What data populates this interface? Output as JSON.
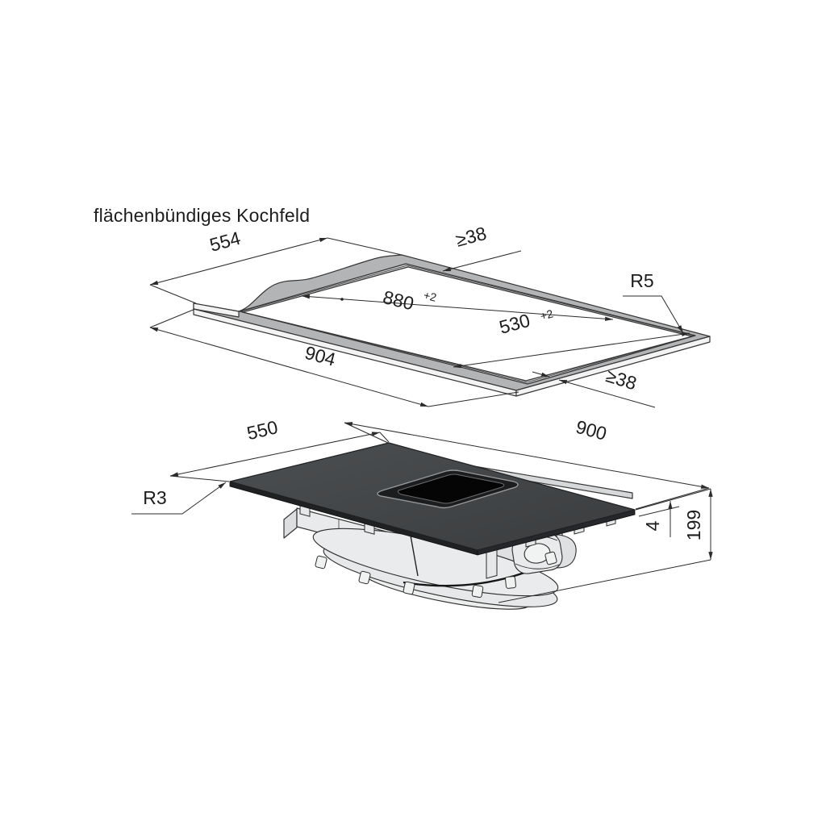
{
  "title": "flächenbündiges Kochfeld",
  "colors": {
    "line": "#2b2b2b",
    "countertop_gray": "#b2b4b6",
    "ledge_gray": "#cccdcf",
    "side_face": "#f3f3f3",
    "glass_dark": "#45484a",
    "intake_black": "#1c1d1e",
    "housing_gray": "#e9eaeb",
    "background": "#ffffff"
  },
  "cutout": {
    "name": "countertop cutout for flush mounting",
    "dims": {
      "rebate_depth": "554",
      "clearance_back": "≥38",
      "cutout_length": "880",
      "cutout_length_tol": "+2",
      "cutout_width": "530",
      "cutout_width_tol": "+2",
      "corner_radius": "R5",
      "rebate_length": "904",
      "clearance_front": "≥38"
    }
  },
  "cooktop": {
    "name": "cooktop with downdraft extractor, isometric view",
    "dims": {
      "depth": "550",
      "width": "900",
      "corner_radius": "R3",
      "glass_thickness": "4",
      "total_height": "199"
    }
  }
}
